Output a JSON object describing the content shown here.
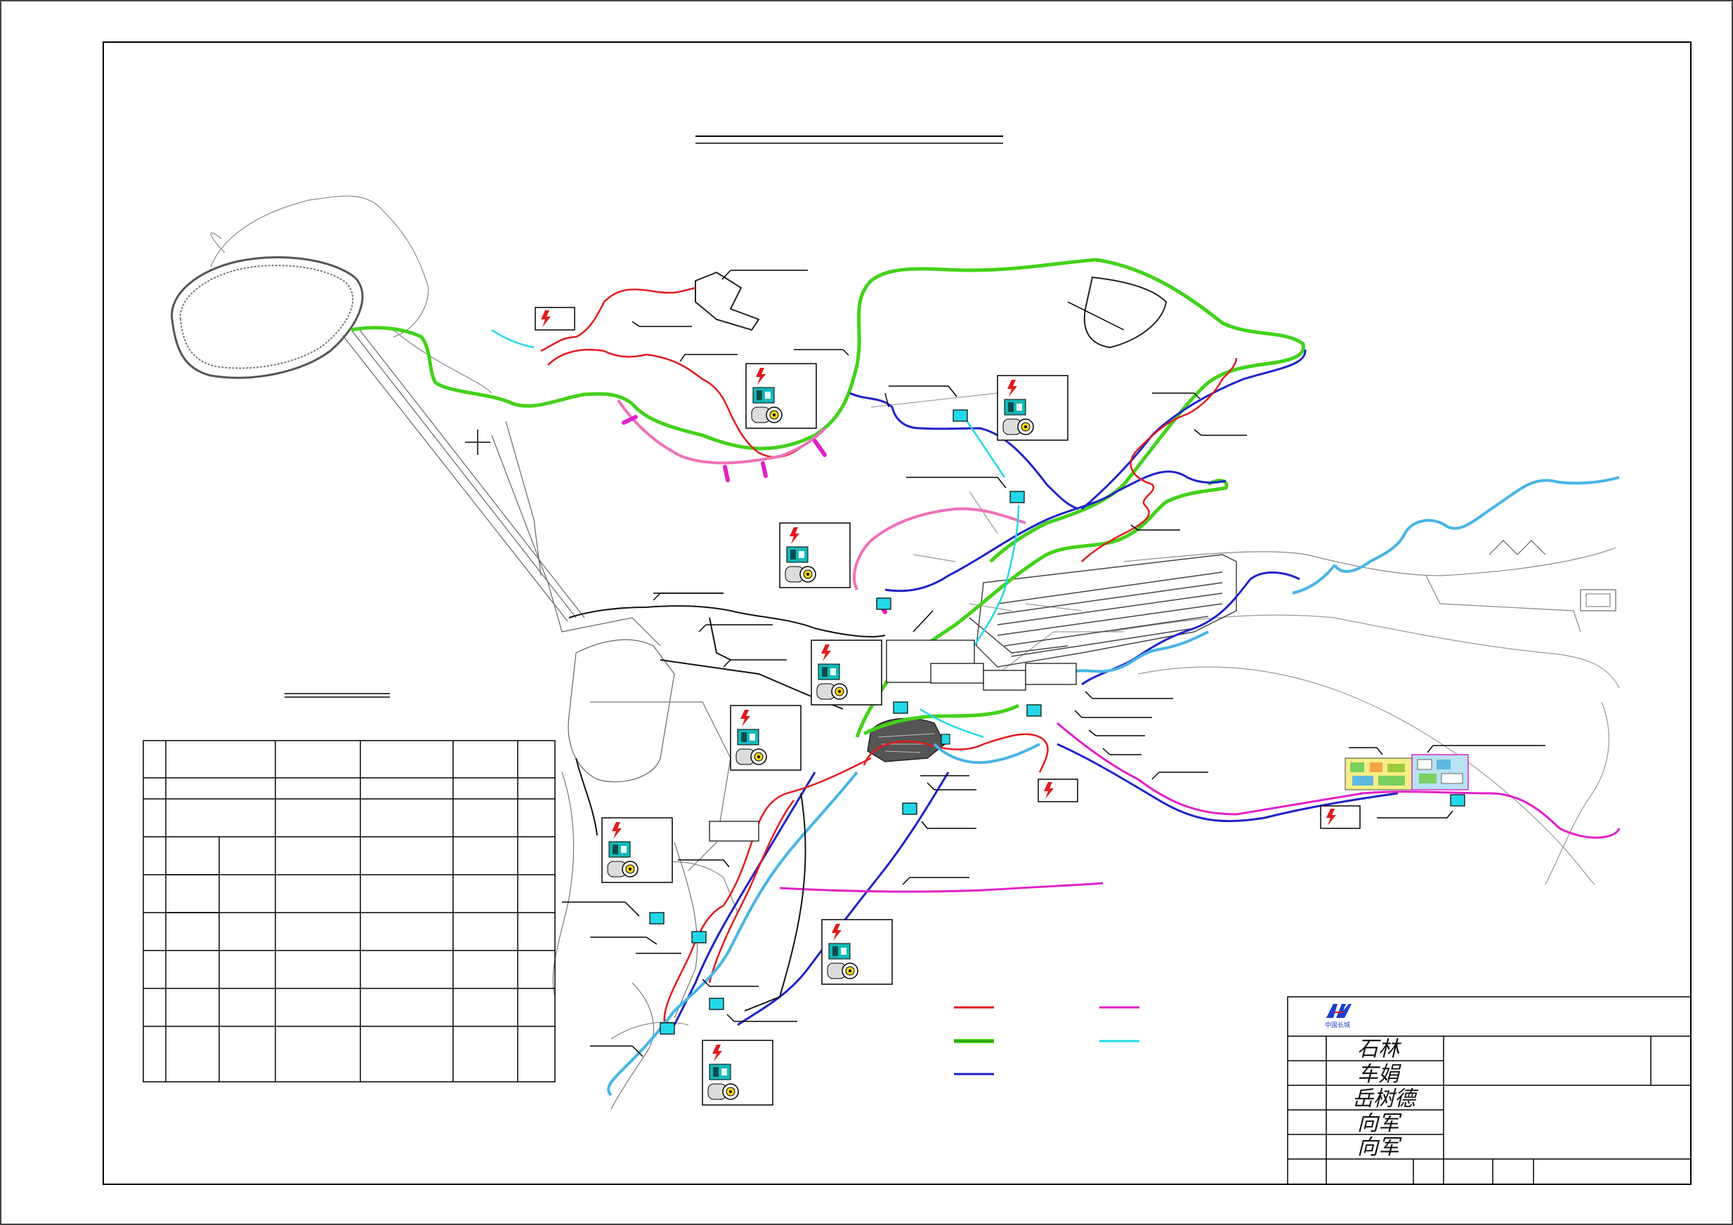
{
  "drawing": {
    "title": "",
    "table_title": "",
    "signatures": [
      "石林",
      "车娟",
      "岳树德",
      "向军",
      "向军"
    ],
    "logo": {
      "text": "中国长城",
      "accent_color": "#1a3fd1",
      "secondary_color": "#e0141b"
    },
    "legend_colors": {
      "red": "#e31a1c",
      "green": "#43d11a",
      "blue": "#1f22c9",
      "magenta": "#e020c8",
      "cyan": "#22d8e8",
      "pink": "#f070b8",
      "lightblue": "#47b4e6"
    },
    "icons": [
      "power-lightning-icon",
      "generator-set-icon",
      "cable-reel-icon",
      "substation-icon"
    ]
  }
}
